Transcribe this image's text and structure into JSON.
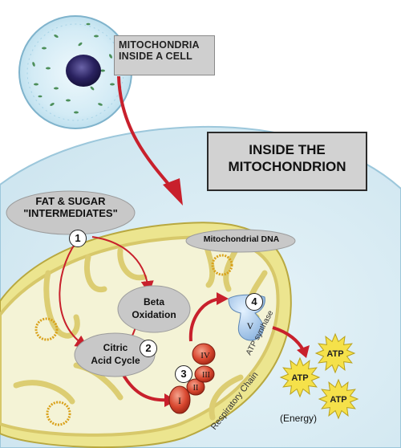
{
  "labels": {
    "cell_title": "MITOCHONDRIA\nINSIDE A CELL",
    "main_title": "INSIDE THE\nMITOCHONDRION",
    "fat_sugar": "FAT & SUGAR\n\"INTERMEDIATES\"",
    "mito_dna": "Mitochondrial DNA",
    "beta_oxidation": "Beta\nOxidation",
    "citric_acid": "Citric\nAcid Cycle",
    "respiratory_chain": "Respiratory Chain",
    "atp_synthase": "ATP synthase",
    "energy": "(Energy)"
  },
  "steps": [
    "1",
    "2",
    "3",
    "4"
  ],
  "complexes": [
    "I",
    "II",
    "III",
    "IV",
    "V"
  ],
  "atp_label": "ATP",
  "colors": {
    "cell_fill": "#d6ecf5",
    "nucleus": "#2a2260",
    "matrix": "#f3f2d3",
    "membrane_outer": "#e6e08e",
    "arrow_red": "#c8202c",
    "complex_red": "#d8472f",
    "atp_yellow": "#f5e14a"
  }
}
